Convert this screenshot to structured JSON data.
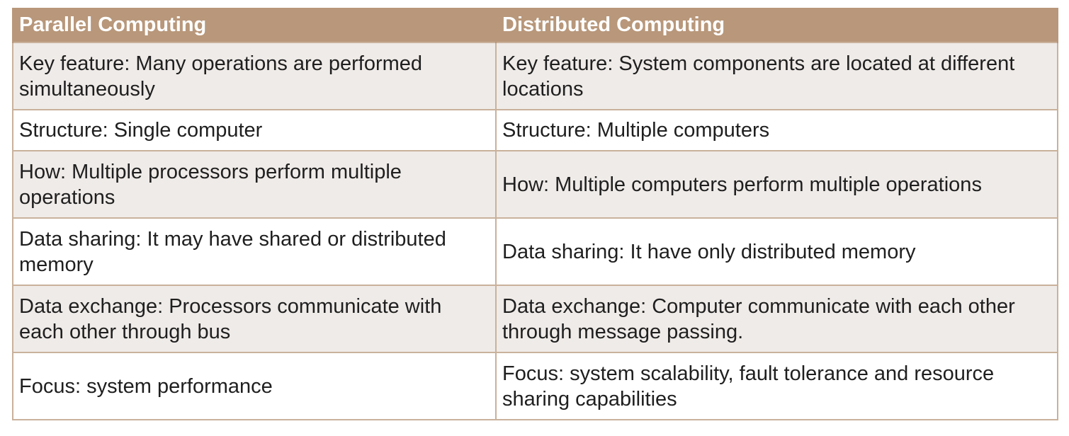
{
  "table": {
    "headers": [
      "Parallel Computing",
      "Distributed Computing"
    ],
    "rows": [
      [
        "Key feature: Many operations are performed simultaneously",
        "Key feature: System components are located at different locations"
      ],
      [
        "Structure: Single computer",
        "Structure: Multiple computers"
      ],
      [
        "How: Multiple processors perform multiple operations",
        "How: Multiple computers perform multiple operations"
      ],
      [
        "Data sharing: It may have shared or distributed memory",
        "Data sharing: It have only distributed memory"
      ],
      [
        "Data exchange: Processors communicate with each other through bus",
        "Data exchange: Computer communicate with each other through message passing."
      ],
      [
        "Focus: system performance",
        "Focus: system scalability, fault tolerance and resource sharing capabilities"
      ]
    ]
  },
  "colors": {
    "header_bg": "#b8977a",
    "header_text": "#ffffff",
    "shaded_row_bg": "#efebe8",
    "border": "#c9b19b"
  }
}
